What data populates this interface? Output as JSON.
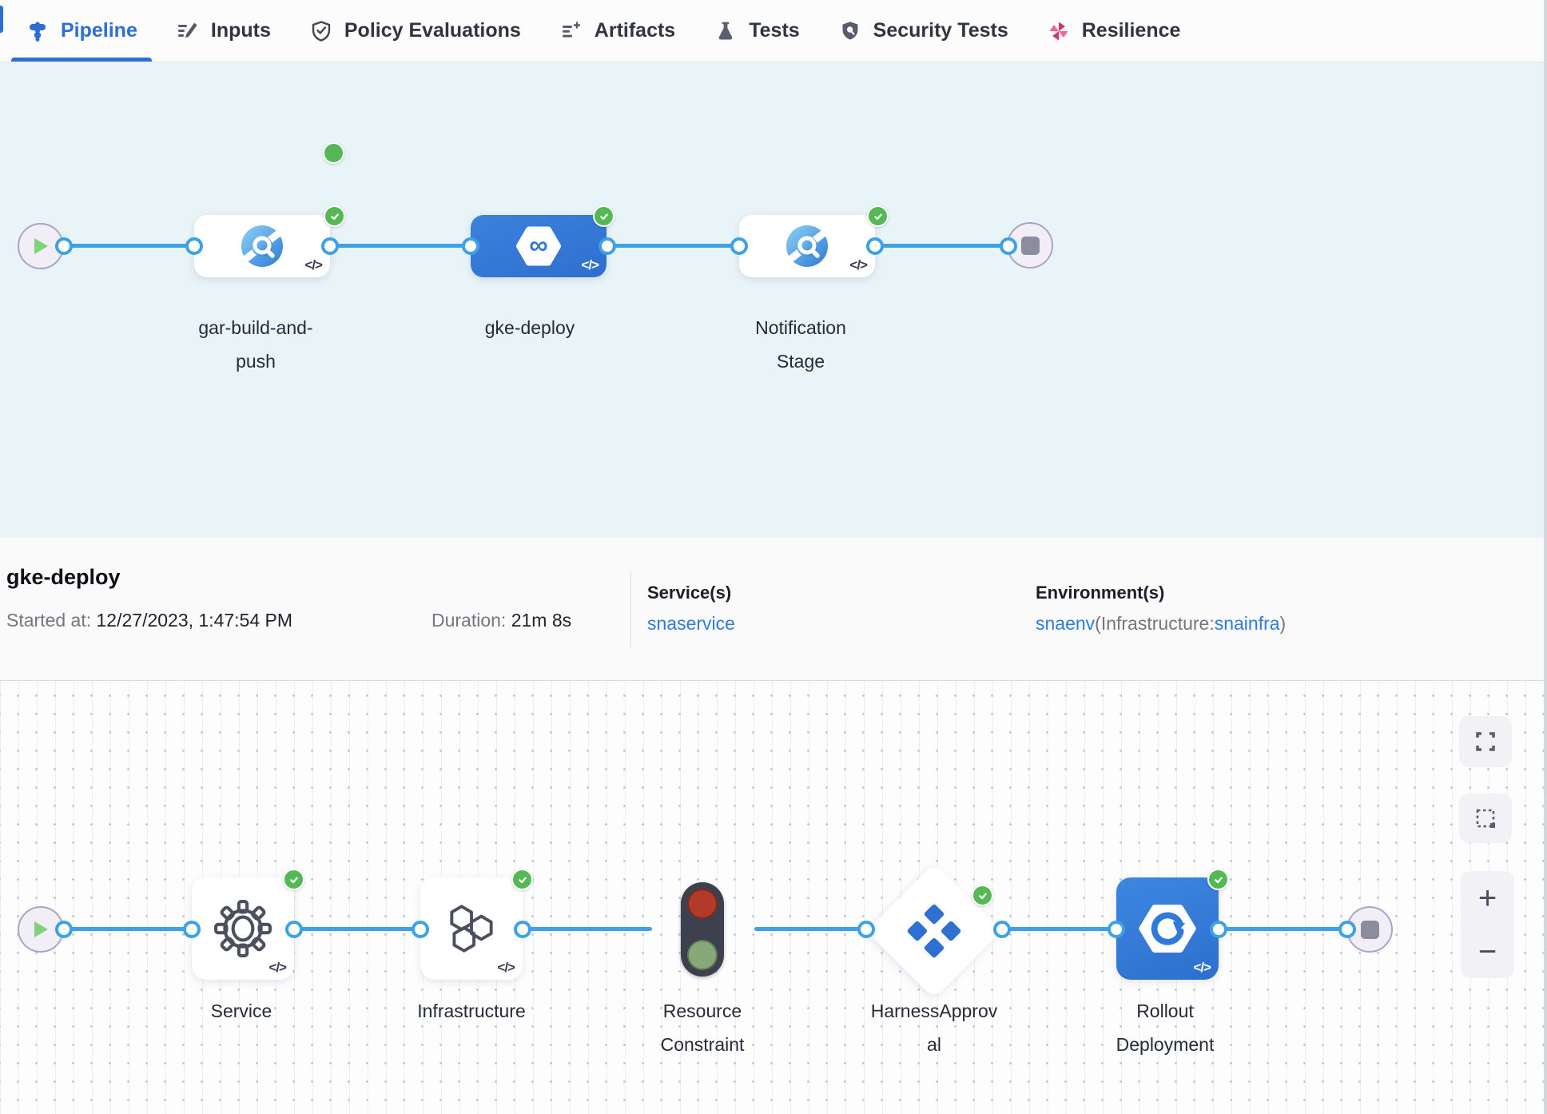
{
  "tabs": [
    {
      "label": "Pipeline",
      "icon": "pipeline-icon",
      "active": true
    },
    {
      "label": "Inputs",
      "icon": "inputs-icon",
      "active": false
    },
    {
      "label": "Policy Evaluations",
      "icon": "policy-evaluations-icon",
      "active": false
    },
    {
      "label": "Artifacts",
      "icon": "artifacts-icon",
      "active": false
    },
    {
      "label": "Tests",
      "icon": "tests-icon",
      "active": false
    },
    {
      "label": "Security Tests",
      "icon": "security-tests-icon",
      "active": false
    },
    {
      "label": "Resilience",
      "icon": "resilience-icon",
      "active": false
    }
  ],
  "stage_pipeline": {
    "stages": [
      {
        "label": "gar-build-and-push",
        "status": "success",
        "selected": false
      },
      {
        "label": "gke-deploy",
        "status": "success",
        "selected": true
      },
      {
        "label": "Notification Stage",
        "status": "success",
        "selected": false
      }
    ]
  },
  "details": {
    "title": "gke-deploy",
    "started_label": "Started at:",
    "started_value": "12/27/2023, 1:47:54 PM",
    "duration_label": "Duration:",
    "duration_value": "21m 8s",
    "services_label": "Service(s)",
    "service_link": "snaservice",
    "environments_label": "Environment(s)",
    "environment_link": "snaenv",
    "environment_infra_prefix": "(Infrastructure:",
    "environment_infra_link": "snainfra",
    "environment_infra_suffix": ")"
  },
  "execution": {
    "steps": [
      {
        "label": "Service",
        "icon": "gear-icon",
        "status": "success"
      },
      {
        "label": "Infrastructure",
        "icon": "hexagons-icon",
        "status": "success"
      },
      {
        "label": "Resource Constraint",
        "icon": "traffic-light-icon",
        "status": "running-queue"
      },
      {
        "label": "HarnessApproval",
        "icon": "approval-diamonds-icon",
        "status": "success"
      },
      {
        "label": "Rollout Deployment",
        "icon": "rollout-deployment-icon",
        "status": "success"
      }
    ]
  },
  "code_badge": "</>",
  "controls": {
    "zoom_in": "+",
    "zoom_out": "−"
  },
  "colors": {
    "accent_blue": "#2b6fd6",
    "connector_blue": "#3da1e8",
    "node_blue": "#3478d4",
    "success_green": "#55b855",
    "resilience_pink": "#d6336c",
    "top_canvas_bg": "#e9f4f8"
  }
}
